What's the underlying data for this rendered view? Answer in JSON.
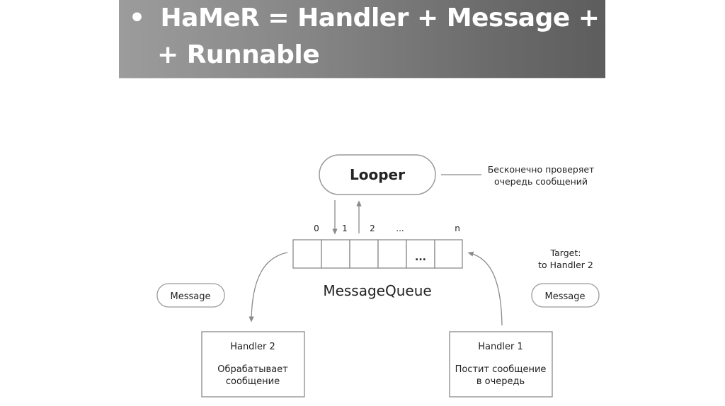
{
  "slide": {
    "title_line1": "HaMeR = Handler + Message +",
    "title_line2": "+ Runnable",
    "bullet": "•"
  },
  "diagram": {
    "looper": {
      "label": "Looper",
      "note_line1": "Бесконечно проверяет",
      "note_line2": "очередь сообщений"
    },
    "queue": {
      "label": "MessageQueue",
      "indices": [
        "0",
        "1",
        "2",
        "...",
        "",
        "n"
      ],
      "cells": [
        "",
        "",
        "",
        "",
        "...",
        ""
      ]
    },
    "message_left": {
      "label": "Message"
    },
    "message_right": {
      "label": "Message"
    },
    "target_note_line1": "Target:",
    "target_note_line2": "to Handler 2",
    "handler2": {
      "title": "Handler 2",
      "desc_line1": "Обрабатывает",
      "desc_line2": "сообщение"
    },
    "handler1": {
      "title": "Handler 1",
      "desc_line1": "Постит сообщение",
      "desc_line2": "в очередь"
    }
  },
  "colors": {
    "stroke": "#8a8a8a",
    "text": "#222222",
    "banner_start": "#9c9c9c",
    "banner_end": "#5d5d5d"
  }
}
